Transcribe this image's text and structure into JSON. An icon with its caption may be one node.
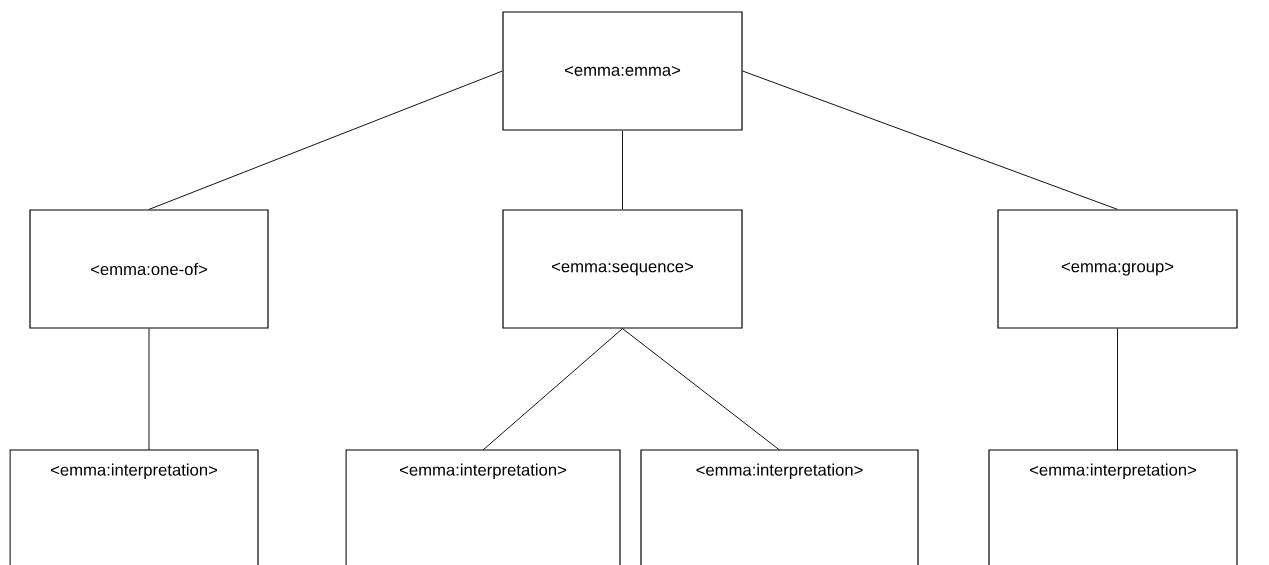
{
  "diagram": {
    "nodes": [
      {
        "text": [
          "<emma:emma>"
        ]
      },
      {
        "text": [
          "<emma:one-of>"
        ]
      },
      {
        "text": [
          "<emma:sequence>"
        ]
      },
      {
        "text": [
          "<emma:group>"
        ]
      },
      {
        "text": [
          "<emma:interpretation>"
        ]
      },
      {
        "text": [
          "<emma:interpretation>"
        ]
      },
      {
        "text": [
          "<emma:interpretation>"
        ]
      },
      {
        "text": [
          "<emma:interpretation>"
        ]
      }
    ],
    "edges": [
      {
        "from": 0,
        "to": 1,
        "arrow": "none"
      },
      {
        "from": 0,
        "to": 2,
        "arrow": "none"
      },
      {
        "from": 0,
        "to": 3,
        "arrow": "none"
      },
      {
        "from": 1,
        "to": 4,
        "arrow": "none"
      },
      {
        "from": 2,
        "to": 5,
        "arrow": "none"
      },
      {
        "from": 2,
        "to": 6,
        "arrow": "none"
      },
      {
        "from": 3,
        "to": 7,
        "arrow": "none"
      }
    ]
  }
}
